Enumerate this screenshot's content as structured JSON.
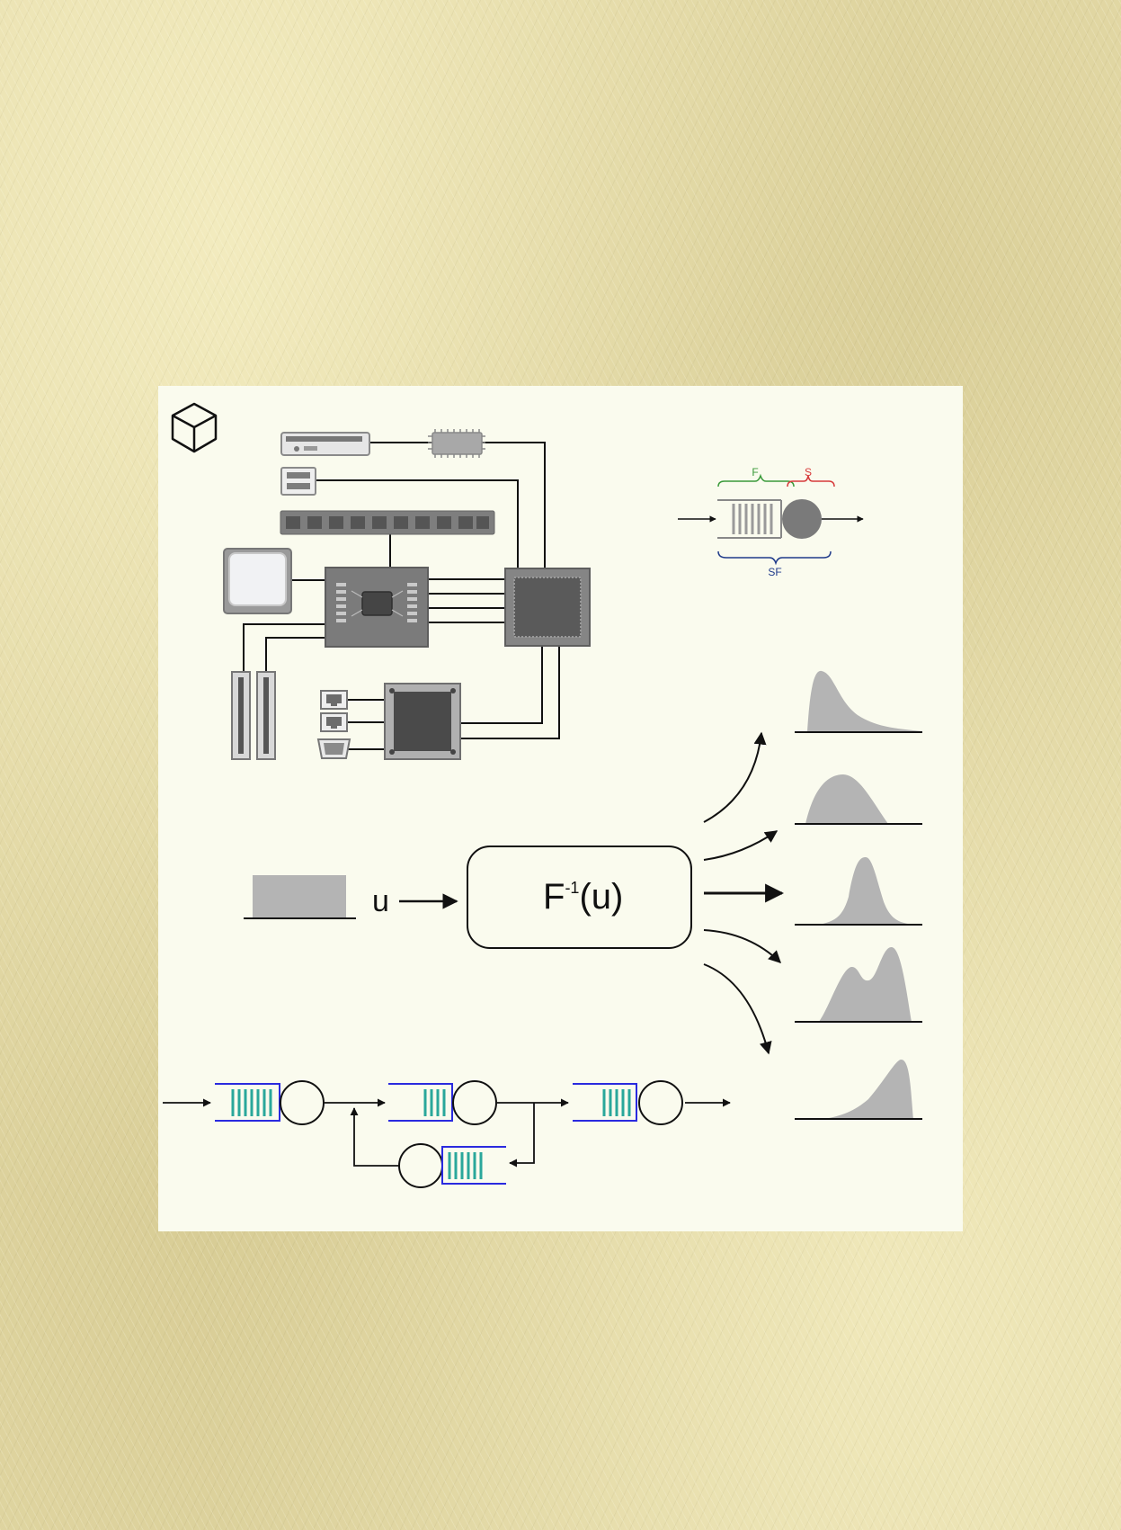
{
  "labels": {
    "u": "u",
    "finv_base": "F",
    "finv_sup": "-1",
    "finv_arg": "(u)",
    "queue_f": "F",
    "queue_s": "S",
    "queue_sf": "SF"
  },
  "icons": {
    "cube": "cube-icon",
    "optical_drive": "optical-drive-icon",
    "chip": "chip-icon",
    "ports": "usb-ports-icon",
    "ram": "ram-module-icon",
    "cpu": "cpu-icon",
    "northbridge": "northbridge-chip-icon",
    "southbridge": "southbridge-chip-icon",
    "pci_slots": "pci-slot-icon",
    "ethernet": "ethernet-port-icon",
    "vga": "vga-port-icon",
    "controller": "io-controller-chip-icon"
  },
  "colors": {
    "panel_bg": "#fafbee",
    "hardware_gray": "#8c8c8c",
    "dist_gray": "#b4b4b4",
    "queue_green_brace": "#3a9a3a",
    "queue_red_brace": "#d63a3a",
    "queue_blue_brace": "#1f3a8a",
    "queue_blue": "#2a2adf",
    "queue_teal": "#2aa79b"
  }
}
